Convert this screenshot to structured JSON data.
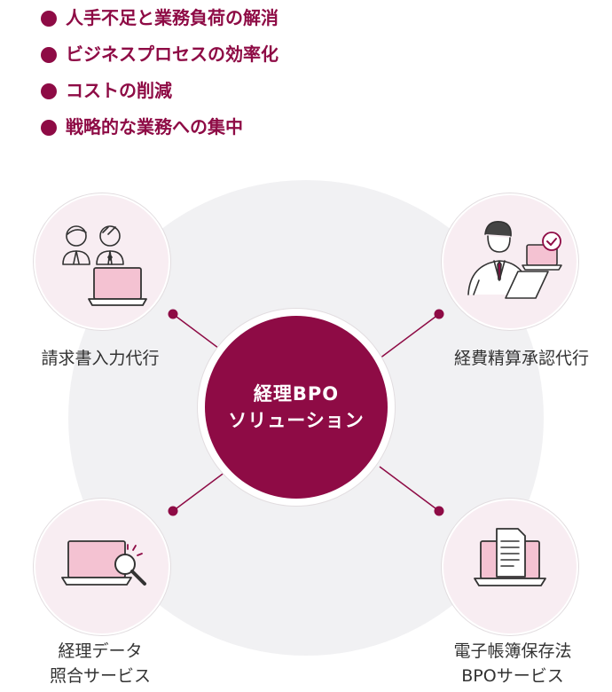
{
  "bullets": [
    "人手不足と業務負荷の解消",
    "ビジネスプロセスの効率化",
    "コストの削減",
    "戦略的な業務への集中"
  ],
  "center": {
    "line1": "経理BPO",
    "line2": "ソリューション"
  },
  "services": {
    "top_left": {
      "label": "請求書入力代行",
      "icon": "two-people-laptop-icon"
    },
    "top_right": {
      "label": "経費精算承認代行",
      "icon": "businessman-laptop-check-icon"
    },
    "bottom_left": {
      "line1": "経理データ",
      "line2": "照合サービス",
      "icon": "laptop-magnifier-icon"
    },
    "bottom_right": {
      "line1": "電子帳簿保存法",
      "line2": "BPOサービス",
      "icon": "laptop-document-icon"
    }
  },
  "colors": {
    "brand": "#8e0b45",
    "node_fill": "#f8edf2",
    "screen_pink": "#f4c2d2",
    "backdrop": "#f1f1f3"
  }
}
